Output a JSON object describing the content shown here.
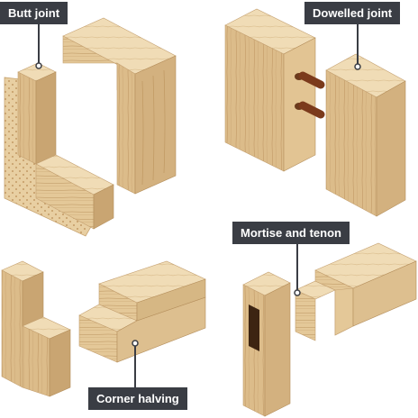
{
  "labels": {
    "butt_joint": "Butt joint",
    "dowelled_joint": "Dowelled joint",
    "mortise_and_tenon": "Mortise and tenon",
    "corner_halving": "Corner halving"
  },
  "colors": {
    "wood_top": "#ecd6ad",
    "wood_side": "#dcbc8a",
    "wood_dark": "#c9a572",
    "wood_grain": "#b88f5c",
    "plywood": "#e8cfa2",
    "plywood_dots": "#b98a52",
    "dowel": "#7b3a1c",
    "hole": "#6b3a1c",
    "label_bg": "#3a3d44",
    "label_text": "#ffffff"
  }
}
